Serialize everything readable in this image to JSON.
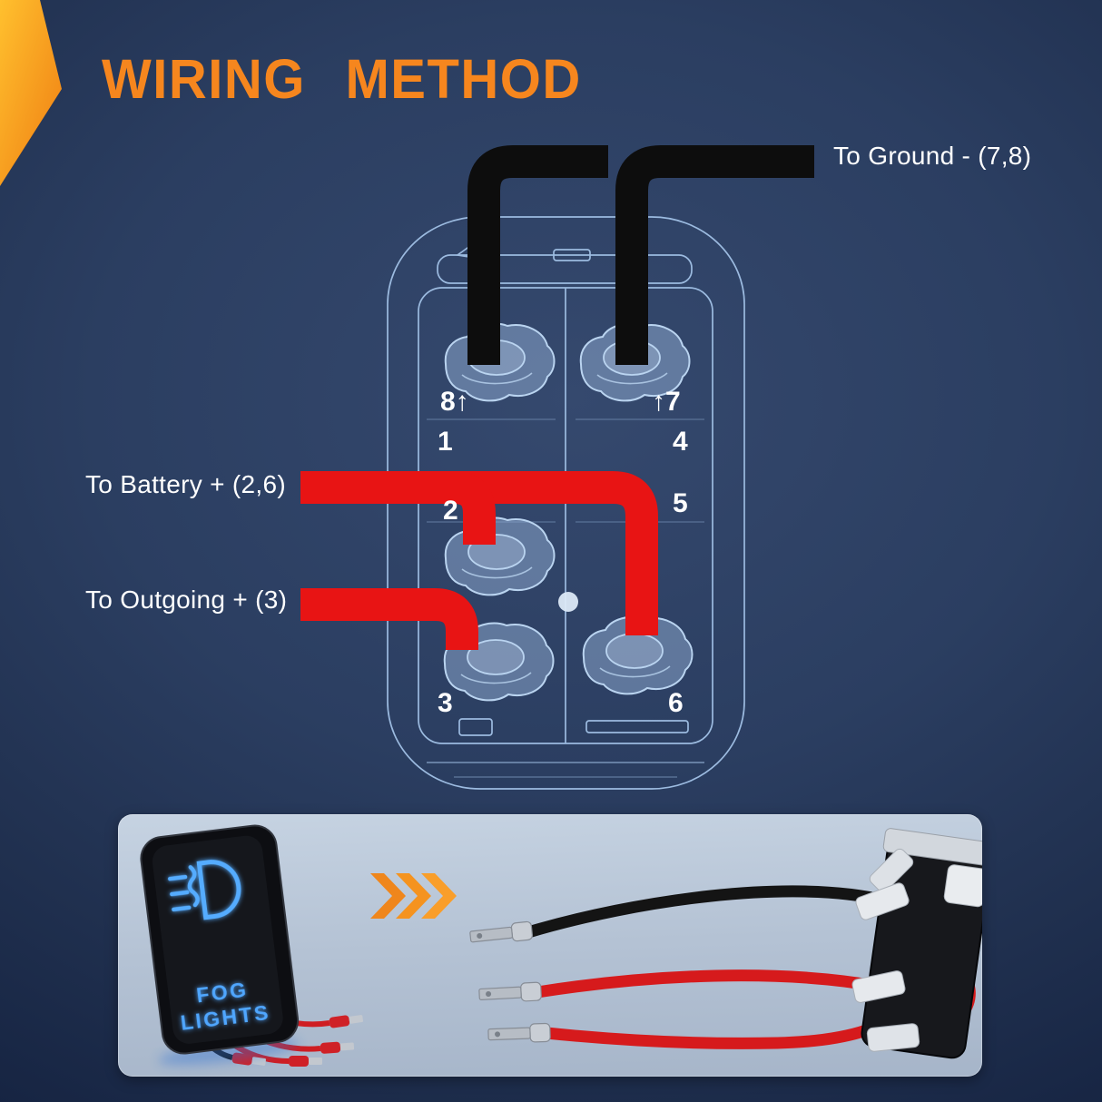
{
  "title": "WIRING METHOD",
  "wire_labels": {
    "ground": "To Ground - (7,8)",
    "battery": "To Battery + (2,6)",
    "outgoing": "To Outgoing + (3)"
  },
  "terminals": {
    "t8": "8↑",
    "t1": "1",
    "t7": "↑7",
    "t4": "4",
    "t2": "2",
    "t5": "5",
    "t3": "3",
    "t6": "6"
  },
  "product": {
    "switch_text_line1": "FOG",
    "switch_text_line2": "LIGHTS"
  },
  "icons": {
    "chevrons_right": "»»»",
    "corner_ribbon": "orange corner ribbon"
  },
  "colors": {
    "accent_orange": "#F6861E",
    "wire_red": "#E81414",
    "wire_black": "#0D0D0D",
    "blueprint_line": "#9CBBE0",
    "label_text": "#FFFFFF",
    "panel_background": "#B4C2D4",
    "led_blue": "#4FA6FF"
  }
}
